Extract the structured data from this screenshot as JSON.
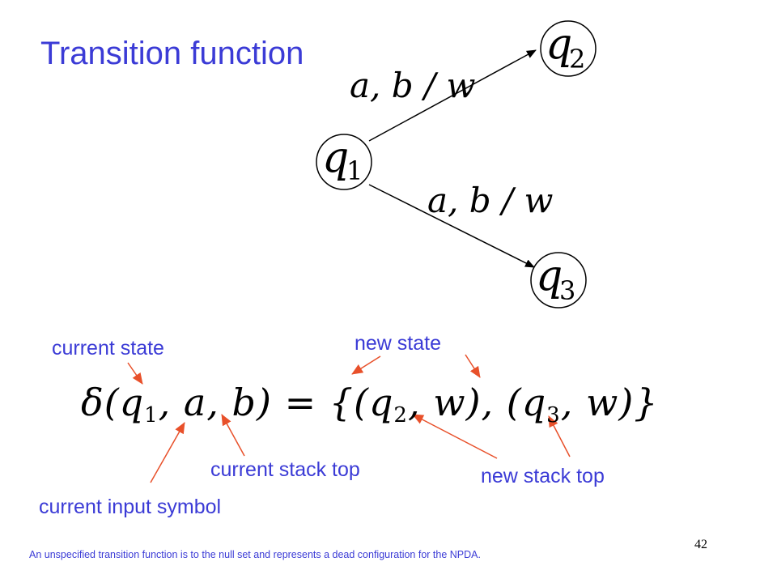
{
  "title": "Transition function",
  "nodes": {
    "q1": {
      "name": "q",
      "sub": "1"
    },
    "q2": {
      "name": "q",
      "sub": "2"
    },
    "q3": {
      "name": "q",
      "sub": "3"
    }
  },
  "edges": {
    "upper_label": "a, b / w",
    "lower_label": "a, b / w"
  },
  "formula": {
    "delta": "δ(",
    "q1": "q",
    "q1_sub": "1",
    "args_rest": ", a, b) = {(",
    "q2": "q",
    "q2_sub": "2",
    "mid": ", w),  (",
    "q3": "q",
    "q3_sub": "3",
    "end": ", w)}"
  },
  "annotations": {
    "current_state": "current state",
    "new_state": "new state",
    "current_stack_top": "current stack top",
    "new_stack_top": "new stack top",
    "current_input_symbol": "current input symbol"
  },
  "footnote": "An unspecified transition function is to the null set and represents a dead configuration for the NPDA.",
  "page_number": "42",
  "colors": {
    "title": "#3b3bd6",
    "annotation_arrow": "#e8502a",
    "edge": "#000000"
  }
}
